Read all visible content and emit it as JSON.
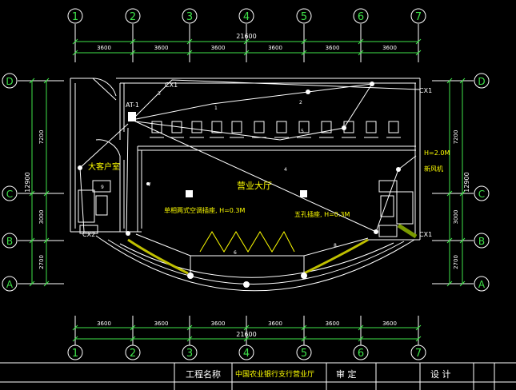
{
  "colors": {
    "background": "#000000",
    "grid_line": "#ffffff",
    "dimension": "#3fe34a",
    "wall": "#ffffff",
    "circuit": "#ffffff",
    "label": "#ffff00",
    "bubble": "#3fe34a",
    "highlight": "#c0c000"
  },
  "axes": {
    "columns": [
      "1",
      "2",
      "3",
      "4",
      "5",
      "6",
      "7"
    ],
    "rows": [
      "D",
      "C",
      "B",
      "A"
    ]
  },
  "dimensions": {
    "top_total": "21600",
    "top_spans": [
      "3600",
      "3600",
      "3600",
      "3600",
      "3600",
      "3600"
    ],
    "bottom_total": "21600",
    "bottom_spans": [
      "3600",
      "3600",
      "3600",
      "3600",
      "3600",
      "3600"
    ],
    "left_total": "12900",
    "left_spans": [
      "7200",
      "3000",
      "2700"
    ],
    "right_total": "12900",
    "right_spans": [
      "7200",
      "3000",
      "2700"
    ]
  },
  "labels": {
    "hall": "营业大厅",
    "vip_room": "大客户室",
    "panel": "AT-1",
    "tag_a": "单相两式空调插座, H=0.3M",
    "tag_b": "五孔插座, H=0.3M",
    "tag_c": "H=2.0M",
    "tag_d": "新风机",
    "cx_top": "CX1",
    "cx_right_top": "CX1",
    "cx_right_bottom": "CX1",
    "cx_left": "CX2",
    "circuit_marks": [
      "1",
      "2",
      "3",
      "4",
      "5",
      "6",
      "7",
      "8",
      "9"
    ]
  },
  "title_block": {
    "project_label": "工程名称",
    "project_name": "中国农业银行支行营业厅",
    "review_label": "审 定",
    "design_label": "设 计"
  }
}
